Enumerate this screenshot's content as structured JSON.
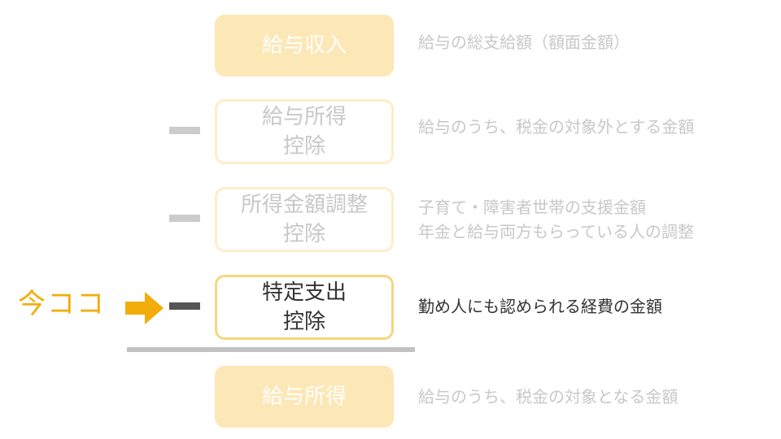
{
  "steps": [
    {
      "label_lines": [
        "給与収入"
      ],
      "description_lines": [
        "給与の総支給額（額面金額）"
      ]
    },
    {
      "label_lines": [
        "給与所得",
        "控除"
      ],
      "description_lines": [
        "給与のうち、税金の対象外とする金額"
      ]
    },
    {
      "label_lines": [
        "所得金額調整",
        "控除"
      ],
      "description_lines": [
        "子育て・障害者世帯の支援金額",
        "年金と給与両方もらっている人の調整"
      ]
    },
    {
      "label_lines": [
        "特定支出",
        "控除"
      ],
      "description_lines": [
        "勤め人にも認められる経費の金額"
      ]
    },
    {
      "label_lines": [
        "給与所得"
      ],
      "description_lines": [
        "給与のうち、税金の対象となる金額"
      ]
    }
  ],
  "current_marker": {
    "text": "今ココ",
    "color": "#f2ad0a",
    "icon": "arrow-right-icon"
  },
  "colors": {
    "box_fill": "#fce7b6",
    "active_border": "#f7d67f",
    "faded_text": "#c8c8c8",
    "active_text": "#333333"
  }
}
